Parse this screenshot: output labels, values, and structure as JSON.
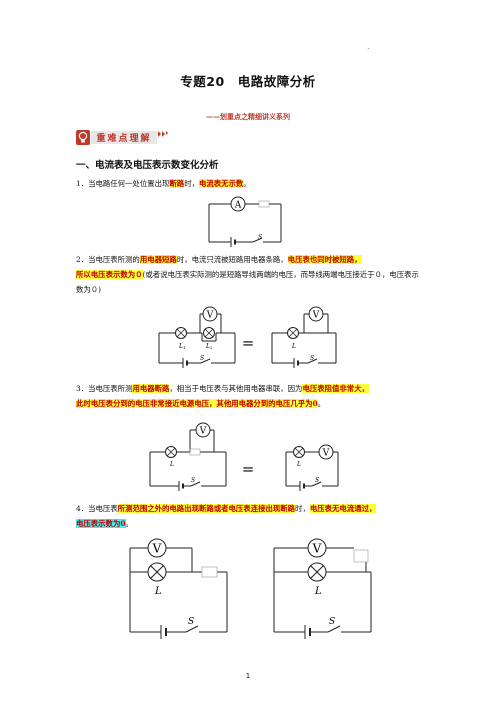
{
  "header_dot": ".",
  "title": "专题20　电路故障分析",
  "subtitle": "——划重点之精细讲义系列",
  "badge": {
    "text": "重难点理解",
    "icon": "bulb-icon",
    "color": "#c0392b"
  },
  "section1": {
    "heading": "一、电流表及电压表示数变化分析"
  },
  "item1": {
    "a": "1．当电路任何一处位置出现",
    "b": "断路",
    "c": "时，",
    "d": "电流表无示数",
    "e": "。"
  },
  "item2": {
    "a": "2．当电压表所测的",
    "b": "用电器短路",
    "c": "时，电流只流被短路用电器条路，",
    "d": "电压表也同时被短路，",
    "e": "所以电压表示数为０",
    "f": "(或者说电压表实际测的是短路导线两端的电压，而导线两端电压接近于０，电压表示数为０)"
  },
  "item3": {
    "a": "3．当电压表所测",
    "b": "用电器断路",
    "c": "，相当于电压表与其他用电器串联，因为",
    "d": "电压表阻值非常大，",
    "e": "此时电压表分到的电压非常接近电源电压，其他用电器分到的电压几乎为0",
    "f": "。"
  },
  "item4": {
    "a": "4．当电压表",
    "b": "所测范围之外的电路出现断路或者电压表连接出现断路",
    "c": "时，",
    "d": "电压表无电流通过，",
    "e": "电压表示数为0",
    "f": "。"
  },
  "diagram_labels": {
    "ammeter": "A",
    "voltmeter": "V",
    "switch": "S",
    "lamp": "L",
    "lamp1": "L1",
    "lamp2": "L2",
    "sub1": "1",
    "sub2": "2",
    "equals": "="
  },
  "page_number": "1"
}
